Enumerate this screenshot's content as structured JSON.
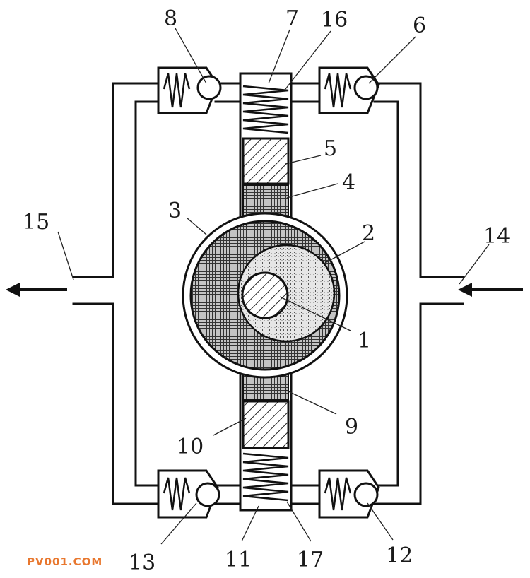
{
  "labels": {
    "l1": "1",
    "l2": "2",
    "l3": "3",
    "l4": "4",
    "l5": "5",
    "l6": "6",
    "l7": "7",
    "l8": "8",
    "l9": "9",
    "l10": "10",
    "l11": "11",
    "l12": "12",
    "l13": "13",
    "l14": "14",
    "l15": "15",
    "l16": "16",
    "l17": "17"
  },
  "watermark": "PV001.COM",
  "colors": {
    "line": "#111111",
    "watermark": "#e8772e"
  }
}
